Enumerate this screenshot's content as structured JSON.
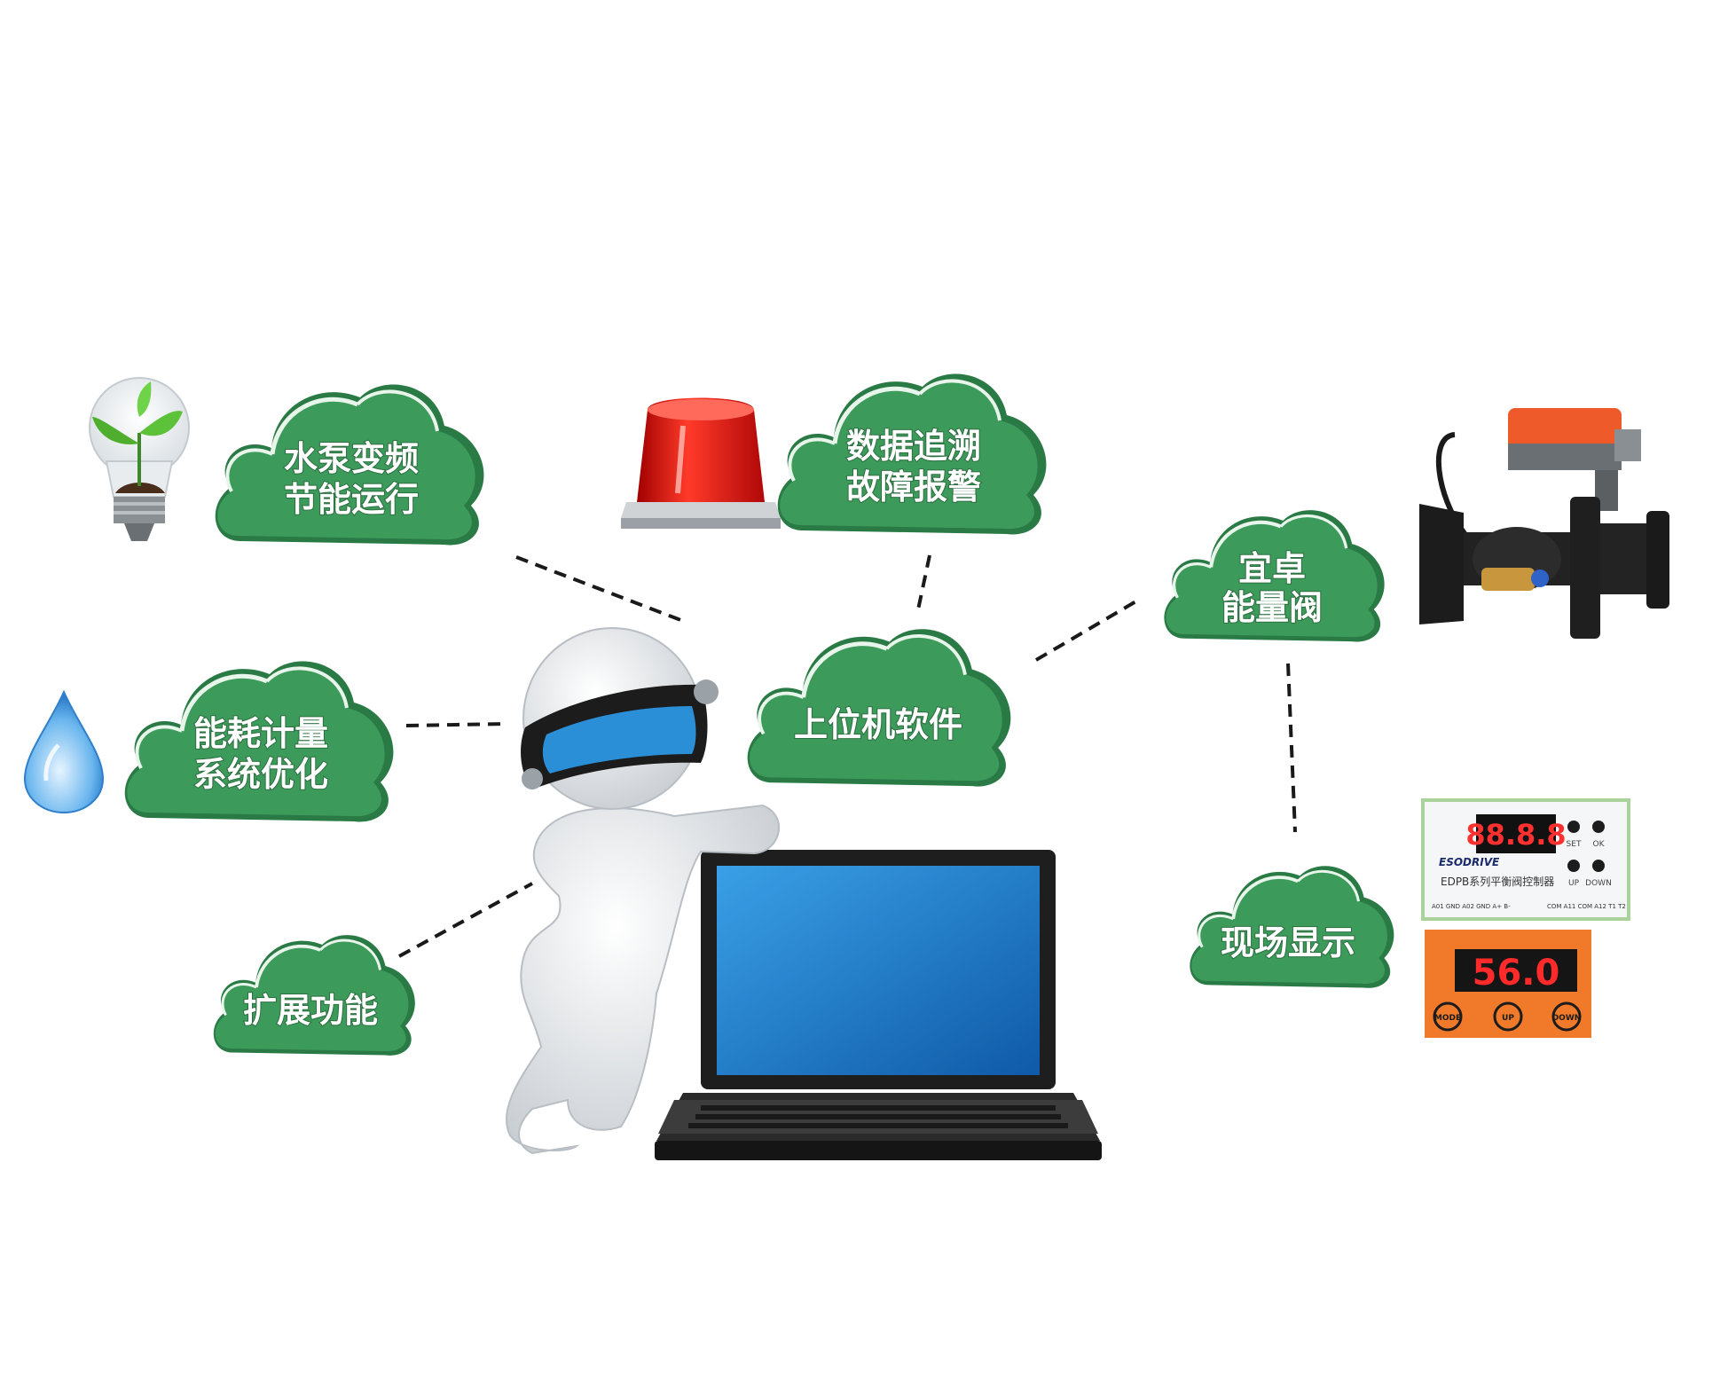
{
  "diagram": {
    "clouds": {
      "pump": {
        "line1": "水泵变频",
        "line2": "节能运行"
      },
      "data": {
        "line1": "数据追溯",
        "line2": "故障报警"
      },
      "valve": {
        "line1": "宜卓",
        "line2": "能量阀"
      },
      "energy": {
        "line1": "能耗计量",
        "line2": "系统优化"
      },
      "software": {
        "line1": "上位机软件"
      },
      "extend": {
        "line1": "扩展功能"
      },
      "display": {
        "line1": "现场显示"
      }
    },
    "panel1": {
      "digits": "88.8.8",
      "set": "SET",
      "ok": "OK",
      "up": "UP",
      "down": "DOWN",
      "brand": "ESODRIVE",
      "model": "EDPB系列平衡阀控制器",
      "terminals_left": "A01 GND A02 GND A+ B-",
      "terminals_right": "COM A11 COM A12 T1 T2"
    },
    "panel2": {
      "digits": "56.0",
      "mode": "MODE",
      "up": "UP",
      "down": "DOWN"
    }
  },
  "colors": {
    "cloud_green": "#3c9a5b",
    "cloud_dark": "#2a7a45",
    "alarm_red": "#e01010",
    "water_blue": "#3b8fd6",
    "screen_blue": "#1f77c7",
    "actuator_orange": "#ef5a2a",
    "panel_orange": "#f07a2a",
    "led_red": "#ff2a2a"
  },
  "icons": [
    "lightbulb-plant-icon",
    "alarm-light-icon",
    "water-drop-icon",
    "valve-actuator-icon",
    "robot-mascot-icon",
    "laptop-icon",
    "controller-panel-icon",
    "led-display-icon"
  ]
}
